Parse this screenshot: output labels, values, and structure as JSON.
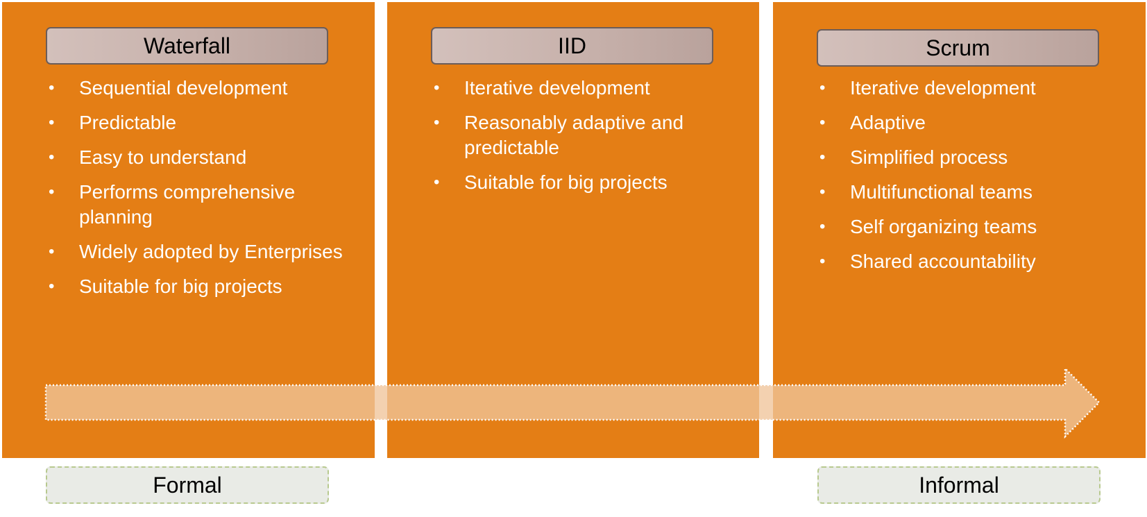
{
  "columns": [
    {
      "title": "Waterfall",
      "items": [
        "Sequential development",
        "Predictable",
        "Easy to understand",
        "Performs comprehensive planning",
        "Widely adopted by Enterprises",
        "Suitable for big projects"
      ]
    },
    {
      "title": "IID",
      "items": [
        "Iterative development",
        "Reasonably adaptive and predictable",
        "Suitable for big projects"
      ]
    },
    {
      "title": "Scrum",
      "items": [
        "Iterative development",
        "Adaptive",
        "Simplified process",
        "Multifunctional teams",
        "Self organizing teams",
        "Shared accountability"
      ]
    }
  ],
  "scale": {
    "left_label": "Formal",
    "right_label": "Informal"
  },
  "bullet_glyph": "•",
  "colors": {
    "panel": "#e47e15",
    "arrow_fill": "#f0c49a",
    "header_border": "#6b5d5a",
    "footer_fill": "#e9ebe6",
    "footer_border": "#b8c98f",
    "text_on_panel": "#ffffff"
  }
}
